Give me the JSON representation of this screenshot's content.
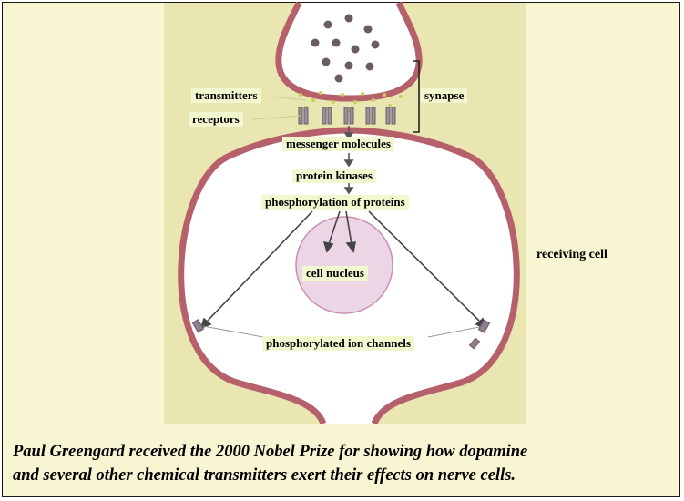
{
  "labels": {
    "transmitters": "transmitters",
    "receptors": "receptors",
    "synapse": "synapse",
    "messenger_molecules": "messenger molecules",
    "protein_kinases": "protein kinases",
    "phosphorylation_of_proteins": "phosphorylation of proteins",
    "cell_nucleus": "cell nucleus",
    "phosphorylated_ion_channels": "phosphorylated ion channels",
    "receiving_cell": "receiving cell"
  },
  "caption": {
    "line1": "Paul Greengard received the 2000 Nobel Prize for showing how dopamine",
    "line2": "and several other chemical transmitters exert their effects on nerve cells."
  },
  "colors": {
    "page_background": "#f8f5d2",
    "diagram_background": "#e9e6b2",
    "membrane": "#b5606a",
    "cell_interior": "#ffffff",
    "nucleus_fill": "#ecd6e6",
    "nucleus_stroke": "#c88fb0",
    "vesicle": "#6a5c63",
    "transmitter_dots": "#c7cf5a",
    "label_highlight": "#f2f7cf"
  }
}
